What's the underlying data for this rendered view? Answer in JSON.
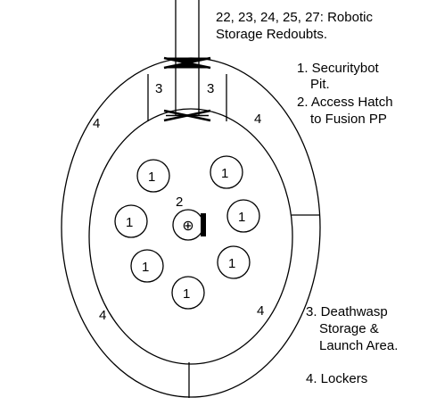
{
  "zone_labels": {
    "pit": "1",
    "access_hatch": "2",
    "deathwasp_area": "3",
    "lockers": "4"
  },
  "legend": {
    "redoubts_line1": "22, 23, 24, 25, 27: Robotic",
    "redoubts_line2": "Storage Redoubts.",
    "item1_line1": "1. Securitybot",
    "item1_line2": "Pit.",
    "item2_line1": "2. Access Hatch",
    "item2_line2": "to Fusion PP",
    "item3_line1": "3. Deathwasp",
    "item3_line2": "Storage &",
    "item3_line3": "Launch Area.",
    "item4_line1": "4. Lockers"
  },
  "symbols": {
    "hatch_glyph": "⊕"
  }
}
